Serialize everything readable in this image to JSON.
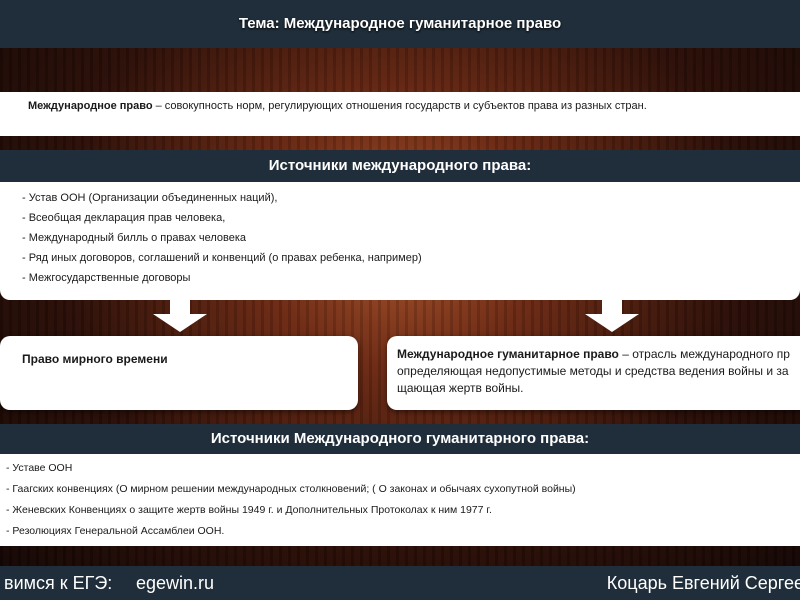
{
  "title": "Тема: Международное гуманитарное право",
  "definition": {
    "term": "Международное право",
    "text": " – совокупность норм, регулирующих отношения государств и субъектов права из разных стран."
  },
  "sources": {
    "heading": "Источники международного права:",
    "items": [
      "- Устав ООН (Организации объединенных наций),",
      "- Всеобщая декларация прав человека,",
      "- Международный билль о правах человека",
      "- Ряд иных договоров, соглашений и конвенций (о правах ребенка, например)",
      "- Межгосударственные договоры"
    ]
  },
  "branches": {
    "peace_label": "Право мирного времени",
    "ihl_term": "Международное гуманитарное право",
    "ihl_text": " – отрасль международного пр определяющая недопустимые методы и средства ведения войны и за щающая жертв войны."
  },
  "ihl_sources": {
    "heading": "Источники Международного гуманитарного права:",
    "items": [
      "- Уставе ООН",
      "- Гаагских конвенциях (О мирном решении международных столкновений;  ( О законах и обычаях сухопутной войны)",
      "- Женевских Конвенциях о защите жертв войны 1949 г. и Дополнительных Протоколах к ним 1977 г.",
      "- Резолюциях Генеральной Ассамблеи ООН."
    ]
  },
  "footer": {
    "left": "вимся к ЕГЭ:",
    "site": "egewin.ru",
    "author": "Коцарь Евгений Сергее"
  }
}
